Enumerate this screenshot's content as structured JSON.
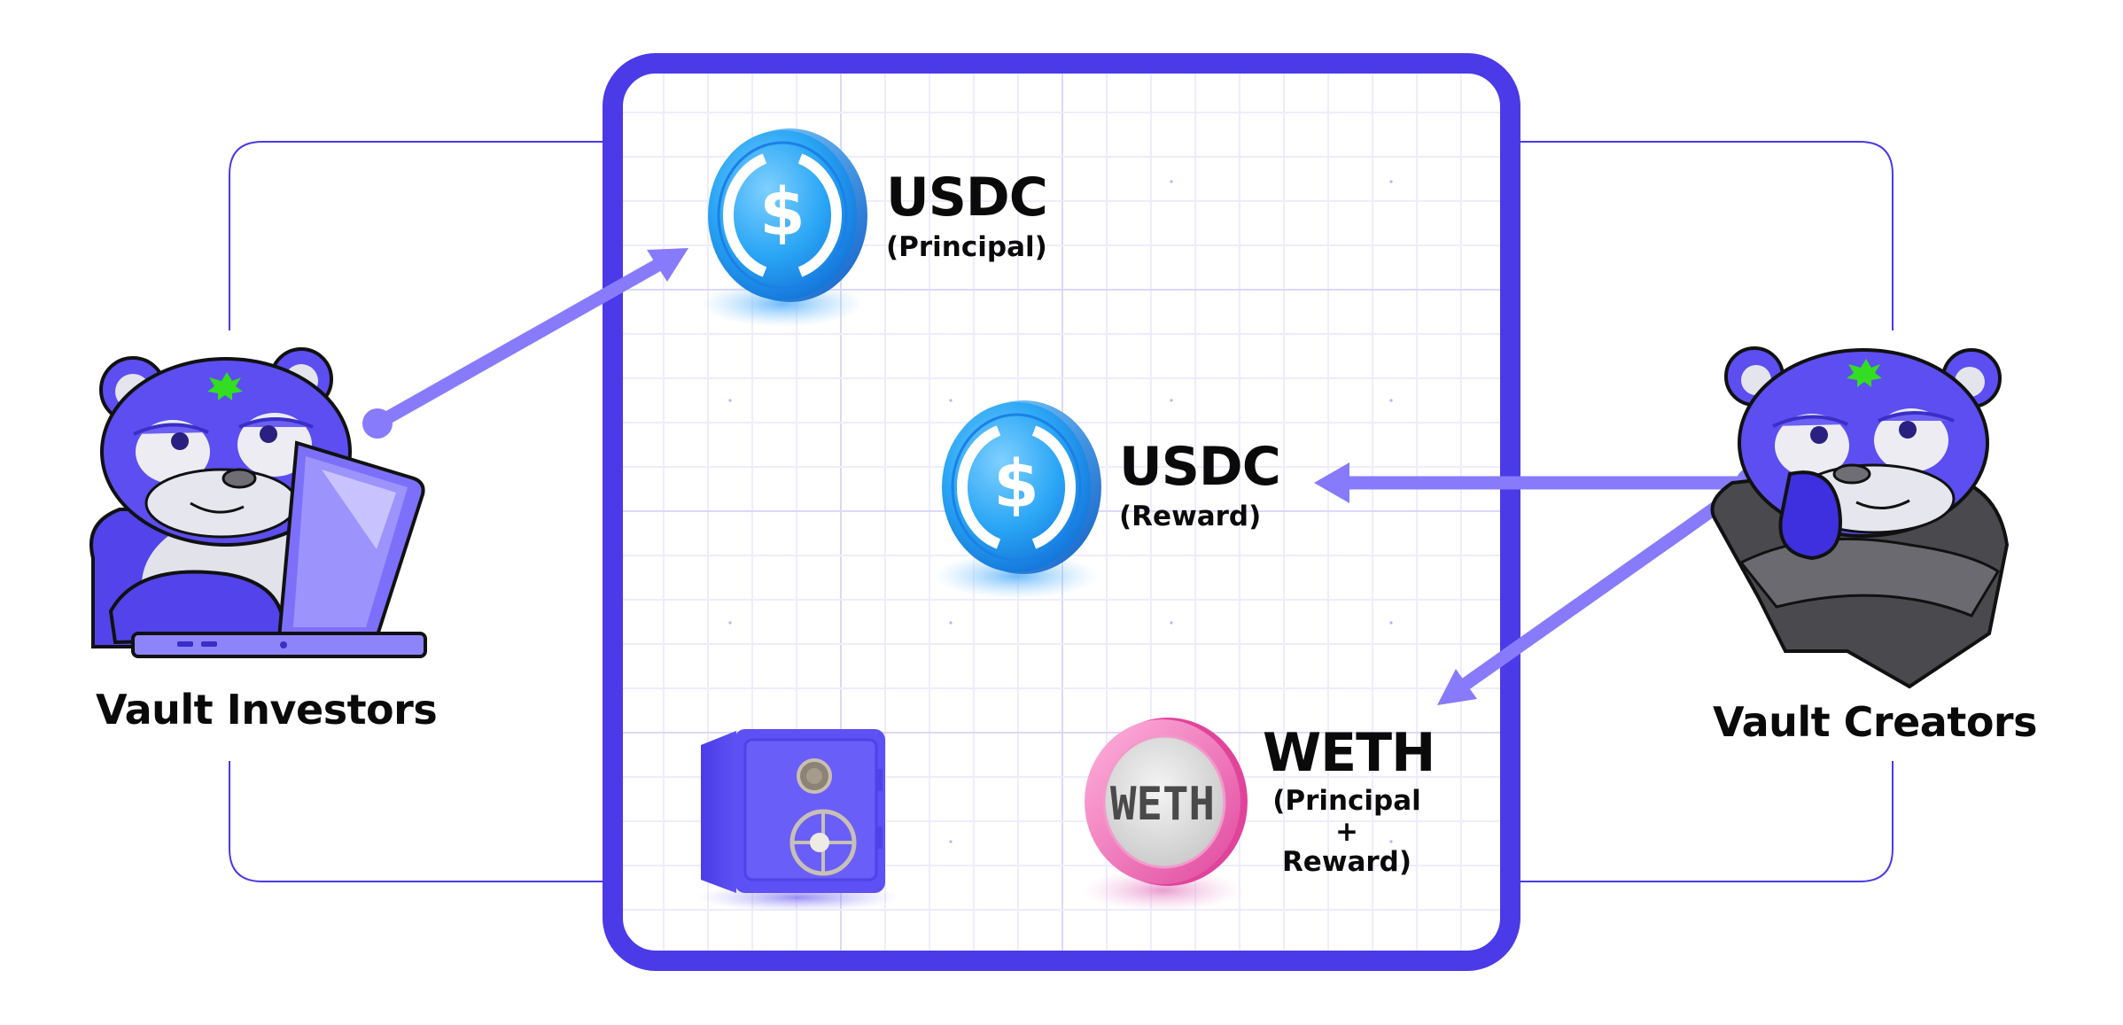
{
  "colors": {
    "frame": "#4A3AE8",
    "arrow": "#877BFB",
    "grid_minor": "#EEECFD",
    "grid_major": "#DCD8FB",
    "usdc_blue": "#1E96F0",
    "weth_pink": "#F06AB4",
    "text": "#0A0A0A"
  },
  "actors": {
    "investors": {
      "label": "Vault Investors",
      "icon": "bear-with-laptop-icon"
    },
    "creators": {
      "label": "Vault Creators",
      "icon": "bear-in-suit-icon"
    }
  },
  "vault": {
    "icon": "safe-icon",
    "assets": [
      {
        "id": "usdc_principal",
        "coin_icon": "usdc-coin-icon",
        "title": "USDC",
        "subtitle_lines": [
          "(Principal)"
        ]
      },
      {
        "id": "usdc_reward",
        "coin_icon": "usdc-coin-icon",
        "title": "USDC",
        "subtitle_lines": [
          "(Reward)"
        ]
      },
      {
        "id": "weth",
        "coin_icon": "weth-coin-icon",
        "coin_text": "WETH",
        "title": "WETH",
        "subtitle_lines": [
          "(Principal",
          "+",
          "Reward)"
        ]
      }
    ]
  },
  "flows": [
    {
      "from": "Vault Investors",
      "to": "USDC (Principal)"
    },
    {
      "from": "Vault Creators",
      "to": "USDC (Reward)"
    },
    {
      "from": "Vault Creators",
      "to": "WETH (Principal + Reward)"
    }
  ]
}
